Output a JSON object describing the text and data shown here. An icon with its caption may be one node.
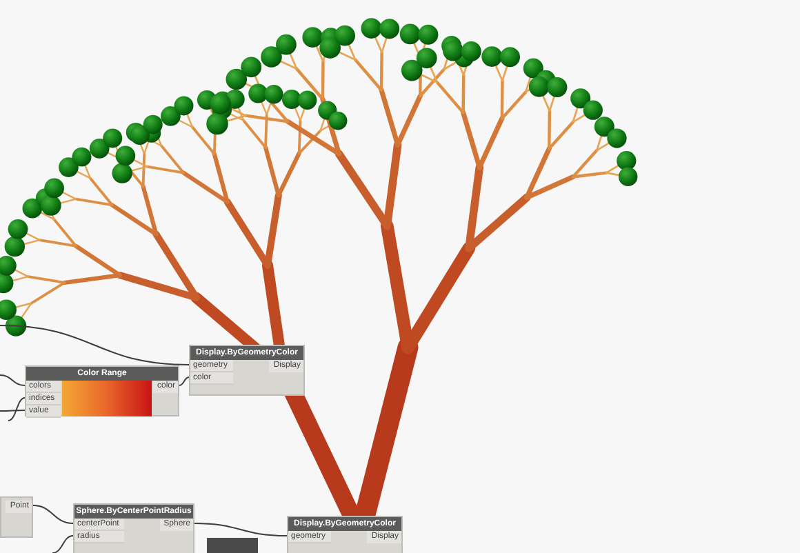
{
  "diagram": {
    "nodes": [
      {
        "text": [
          "Color Range",
          "colors",
          "indices",
          "value",
          "color"
        ]
      },
      {
        "text": [
          "Display.ByGeometryColor",
          "geometry",
          "color",
          "Display"
        ]
      },
      {
        "text": [
          "Point"
        ]
      },
      {
        "text": [
          "Sphere.ByCenterPointRadius",
          "centerPoint",
          "radius",
          "Sphere"
        ]
      },
      {
        "text": [],
        "shape": "box"
      },
      {
        "text": [
          "Display.ByGeometryColor",
          "geometry",
          "Display"
        ]
      }
    ],
    "edges": [
      {
        "from": null,
        "to": 1,
        "arrow": "none"
      },
      {
        "from": null,
        "to": 0,
        "arrow": "none"
      },
      {
        "from": null,
        "to": 0,
        "arrow": "none"
      },
      {
        "from": null,
        "to": 0,
        "arrow": "none"
      },
      {
        "from": 0,
        "to": 1,
        "arrow": "none"
      },
      {
        "from": 2,
        "to": 3,
        "arrow": "none"
      },
      {
        "from": null,
        "to": 3,
        "arrow": "none"
      },
      {
        "from": 3,
        "to": 5,
        "arrow": "none"
      }
    ]
  }
}
